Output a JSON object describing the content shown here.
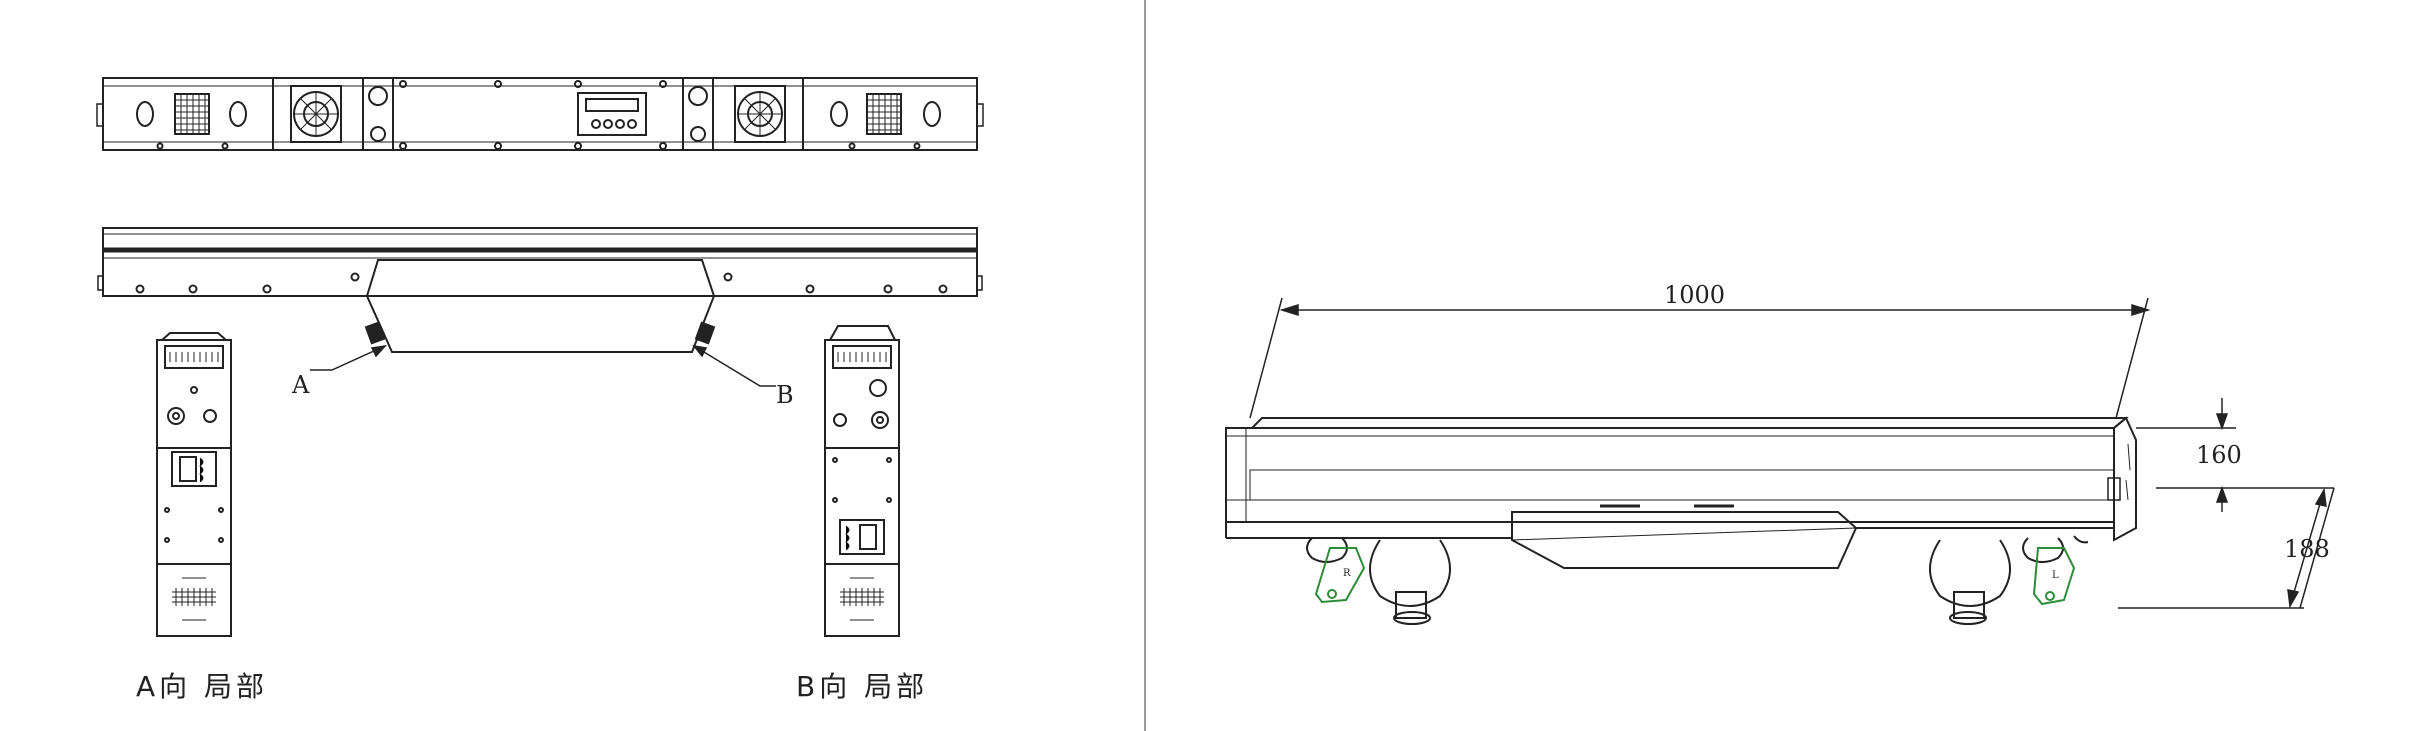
{
  "views": {
    "left": {
      "label_a": "A",
      "label_b": "B",
      "caption_a": "A向 局部",
      "caption_b": "B向 局部"
    },
    "right": {
      "length": "1000",
      "height": "160",
      "depth": "188",
      "bracket_left_mark": "R",
      "bracket_right_mark": "L"
    }
  },
  "colors": {
    "line": "#222222",
    "bracket": "#2e8b3a",
    "divider": "#9a9a9a"
  }
}
